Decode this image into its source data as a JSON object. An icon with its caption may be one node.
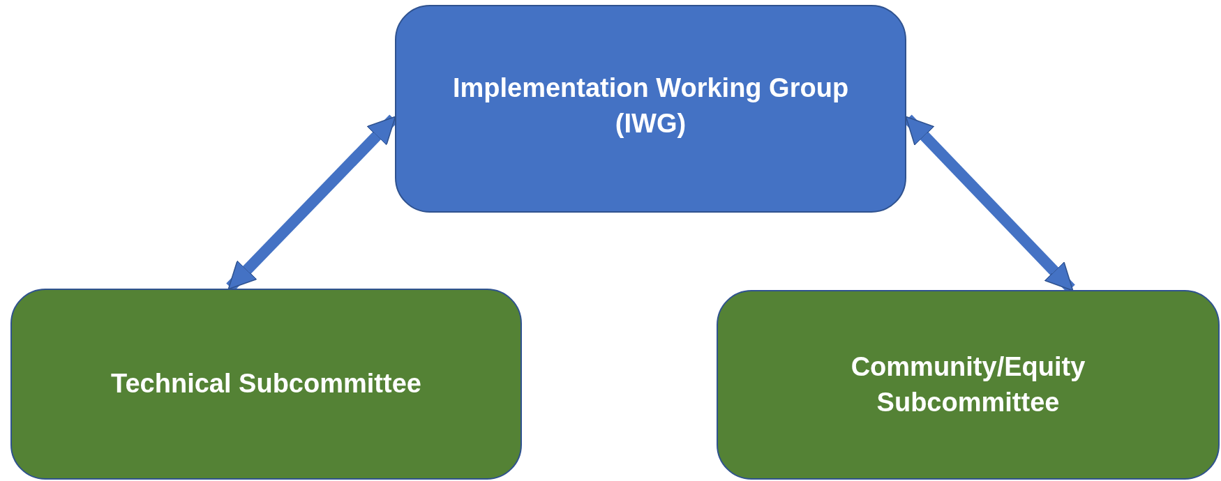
{
  "diagram": {
    "nodes": [
      {
        "text": [
          "Implementation Working Group (IWG)"
        ]
      },
      {
        "text": [
          "Technical Subcommittee"
        ]
      },
      {
        "text": [
          "Community/Equity Subcommittee"
        ]
      }
    ],
    "edges": [
      {
        "from": 1,
        "to": 0,
        "arrow": "both"
      },
      {
        "from": 0,
        "to": 2,
        "arrow": "both"
      }
    ]
  }
}
